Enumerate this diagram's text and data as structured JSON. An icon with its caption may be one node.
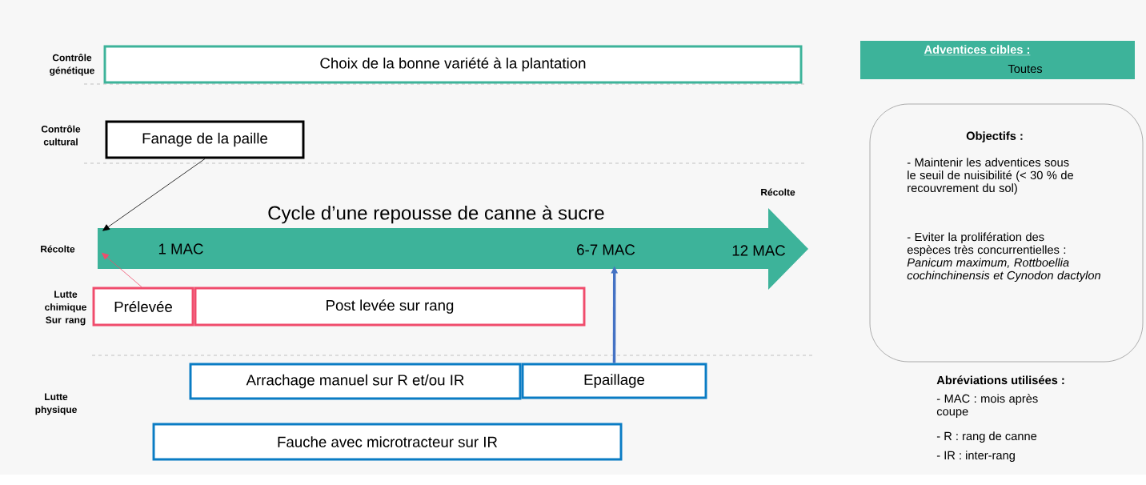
{
  "diagram": {
    "nodes": [
      {
        "text": [
          "Choix de la bonne variété à la plantation"
        ]
      },
      {
        "text": [
          "Fanage de la paille"
        ]
      },
      {
        "text": [
          "Cycle d’une repousse de canne à sucre",
          "1 MAC",
          "6-7 MAC",
          "12 MAC"
        ]
      },
      {
        "text": [
          "Prélevée"
        ]
      },
      {
        "text": [
          "Post levée sur rang"
        ]
      },
      {
        "text": [
          "Arrachage manuel sur R et/ou IR"
        ]
      },
      {
        "text": [
          "Epaillage"
        ]
      },
      {
        "text": [
          "Fauche avec microtracteur sur IR"
        ]
      },
      {
        "text": [
          "Adventices cibles :",
          "Toutes"
        ]
      },
      {
        "text": [
          "Objectifs :",
          "- Maintenir les adventices sous le seuil de nuisibilité (< 30 % de recouvrement du sol)",
          "- Eviter la prolifération des espèces très concurrentielles : *Panicum maximum, Rottboellia cochinchinensis et Cynodon dactylon*"
        ]
      }
    ],
    "edges": [
      {
        "from": 1,
        "to": 2,
        "arrow": "to"
      },
      {
        "from": 3,
        "to": 2,
        "arrow": "to",
        "color": "#f04c6c"
      },
      {
        "from": 6,
        "to": 2,
        "arrow": "to",
        "style": "thick",
        "color": "#4472c4"
      }
    ],
    "labels": [
      "Contrôle génétique",
      "Contrôle cultural",
      "Récolte",
      "Récolte",
      "Lutte chimique Sur rang",
      "Lutte physique",
      "Abréviations utilisées :",
      "- MAC : mois après coupe",
      "- R : rang de canne",
      "- IR : inter-rang"
    ]
  }
}
